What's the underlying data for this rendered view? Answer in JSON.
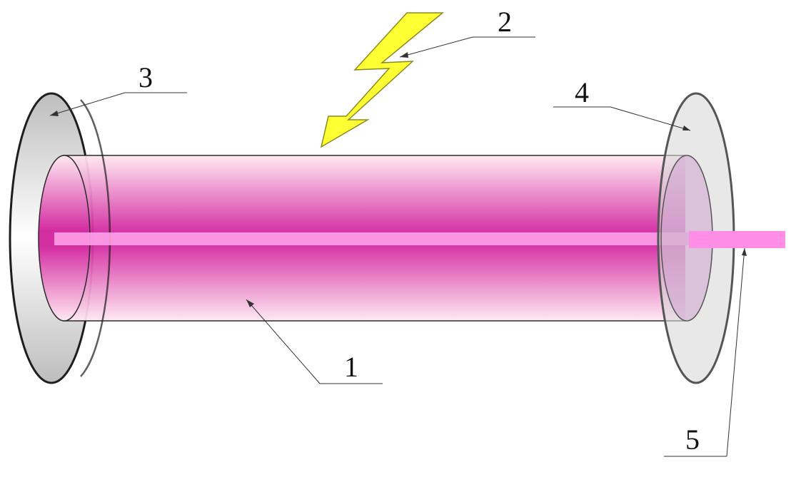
{
  "labels": {
    "tube": "1",
    "pump": "2",
    "mirror_left": "3",
    "mirror_right": "4",
    "beam": "5"
  },
  "colors": {
    "tube_light": "#ffe6f0",
    "tube_dark": "#d42ea3",
    "beam": "#ff8ee6",
    "mirror_fill": "#dcdcdc",
    "mirror_stroke": "#2a2a2a",
    "lightning_fill": "#ffff33",
    "lightning_stroke": "#8a8a20"
  },
  "icons": {
    "pump_source": "lightning-bolt-icon"
  }
}
